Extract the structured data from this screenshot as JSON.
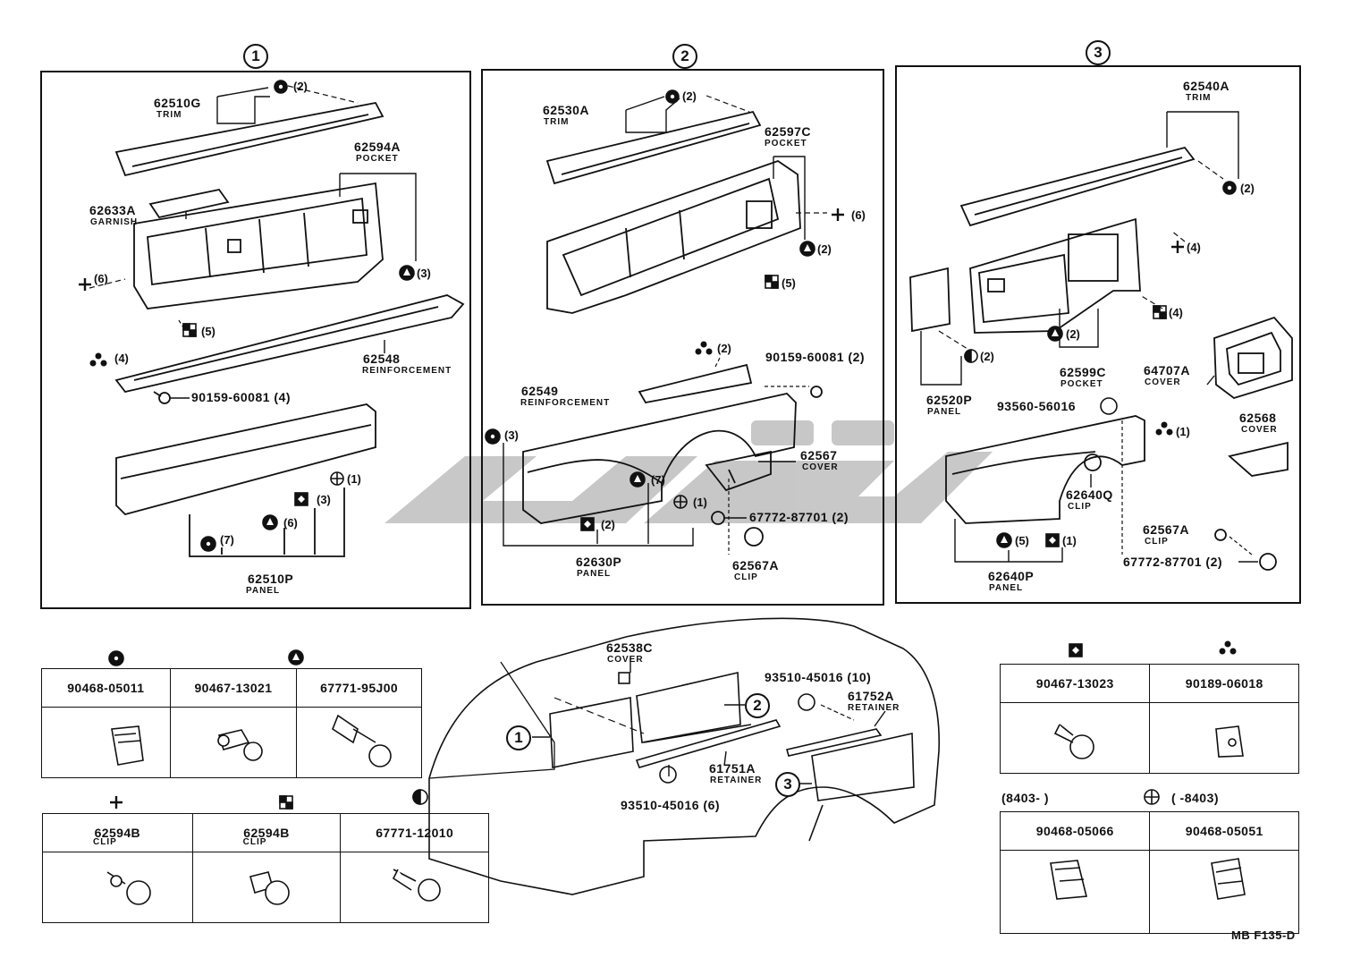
{
  "diagram": {
    "code": "MB F135-D",
    "sections": [
      {
        "num": "1"
      },
      {
        "num": "2"
      },
      {
        "num": "3"
      }
    ],
    "s1": {
      "p62510G": "62510G",
      "trim": "TRIM",
      "q62510G": "(2)",
      "p62594A": "62594A",
      "pocket": "POCKET",
      "p62633A": "62633A",
      "garnish": "GARNISH",
      "q6": "(6)",
      "q3": "(3)",
      "q5": "(5)",
      "q4": "(4)",
      "p62548": "62548",
      "reinforcement": "REINFORCEMENT",
      "p90159": "90159-60081 (4)",
      "q1": "(1)",
      "q3b": "(3)",
      "q6b": "(6)",
      "q7": "(7)",
      "p62510P": "62510P",
      "panel": "PANEL"
    },
    "s2": {
      "p62530A": "62530A",
      "trim": "TRIM",
      "q2a": "(2)",
      "p62597C": "62597C",
      "pocket": "POCKET",
      "q6": "(6)",
      "q2b": "(2)",
      "q5": "(5)",
      "q2c": "(2)",
      "p90159": "90159-60081 (2)",
      "p62549": "62549",
      "reinforcement": "REINFORCEMENT",
      "q3": "(3)",
      "q7": "(7)",
      "p62567": "62567",
      "cover": "COVER",
      "q1": "(1)",
      "p67772": "67772-87701 (2)",
      "q2d": "(2)",
      "p62630P": "62630P",
      "panel": "PANEL",
      "p62567A": "62567A",
      "clip": "CLIP"
    },
    "s3": {
      "p62540A": "62540A",
      "trim": "TRIM",
      "q2a": "(2)",
      "q4a": "(4)",
      "q4b": "(4)",
      "q2b": "(2)",
      "q2c": "(2)",
      "p62520P": "62520P",
      "panel": "PANEL",
      "p62599C": "62599C",
      "pocket": "POCKET",
      "p64707A": "64707A",
      "cover": "COVER",
      "p93560": "93560-56016",
      "q1": "(1)",
      "p62568": "62568",
      "cover2": "COVER",
      "p62640Q": "62640Q",
      "clip": "CLIP",
      "p62567A": "62567A",
      "clip2": "CLIP",
      "p67772": "67772-87701 (2)",
      "q5": "(5)",
      "q1b": "(1)",
      "p62640P": "62640P",
      "panel2": "PANEL"
    },
    "center": {
      "p62538C": "62538C",
      "cover": "COVER",
      "p93510_10": "93510-45016 (10)",
      "p61752A": "61752A",
      "retainer": "RETAINER",
      "p61751A": "61751A",
      "retainer2": "RETAINER",
      "p93510_6": "93510-45016 (6)",
      "n1": "1",
      "n2": "2",
      "n3": "3"
    },
    "tables": {
      "t1": [
        "90468-05011",
        "90467-13021",
        "67771-95J00"
      ],
      "t2": [
        "62594B",
        "62594B",
        "67771-12010"
      ],
      "t2clip": "CLIP",
      "t3": [
        "90467-13023",
        "90189-06018"
      ],
      "t4": [
        "90468-05066",
        "90468-05051"
      ],
      "date_left": "(8403-        )",
      "date_right": "(        -8403)"
    }
  }
}
